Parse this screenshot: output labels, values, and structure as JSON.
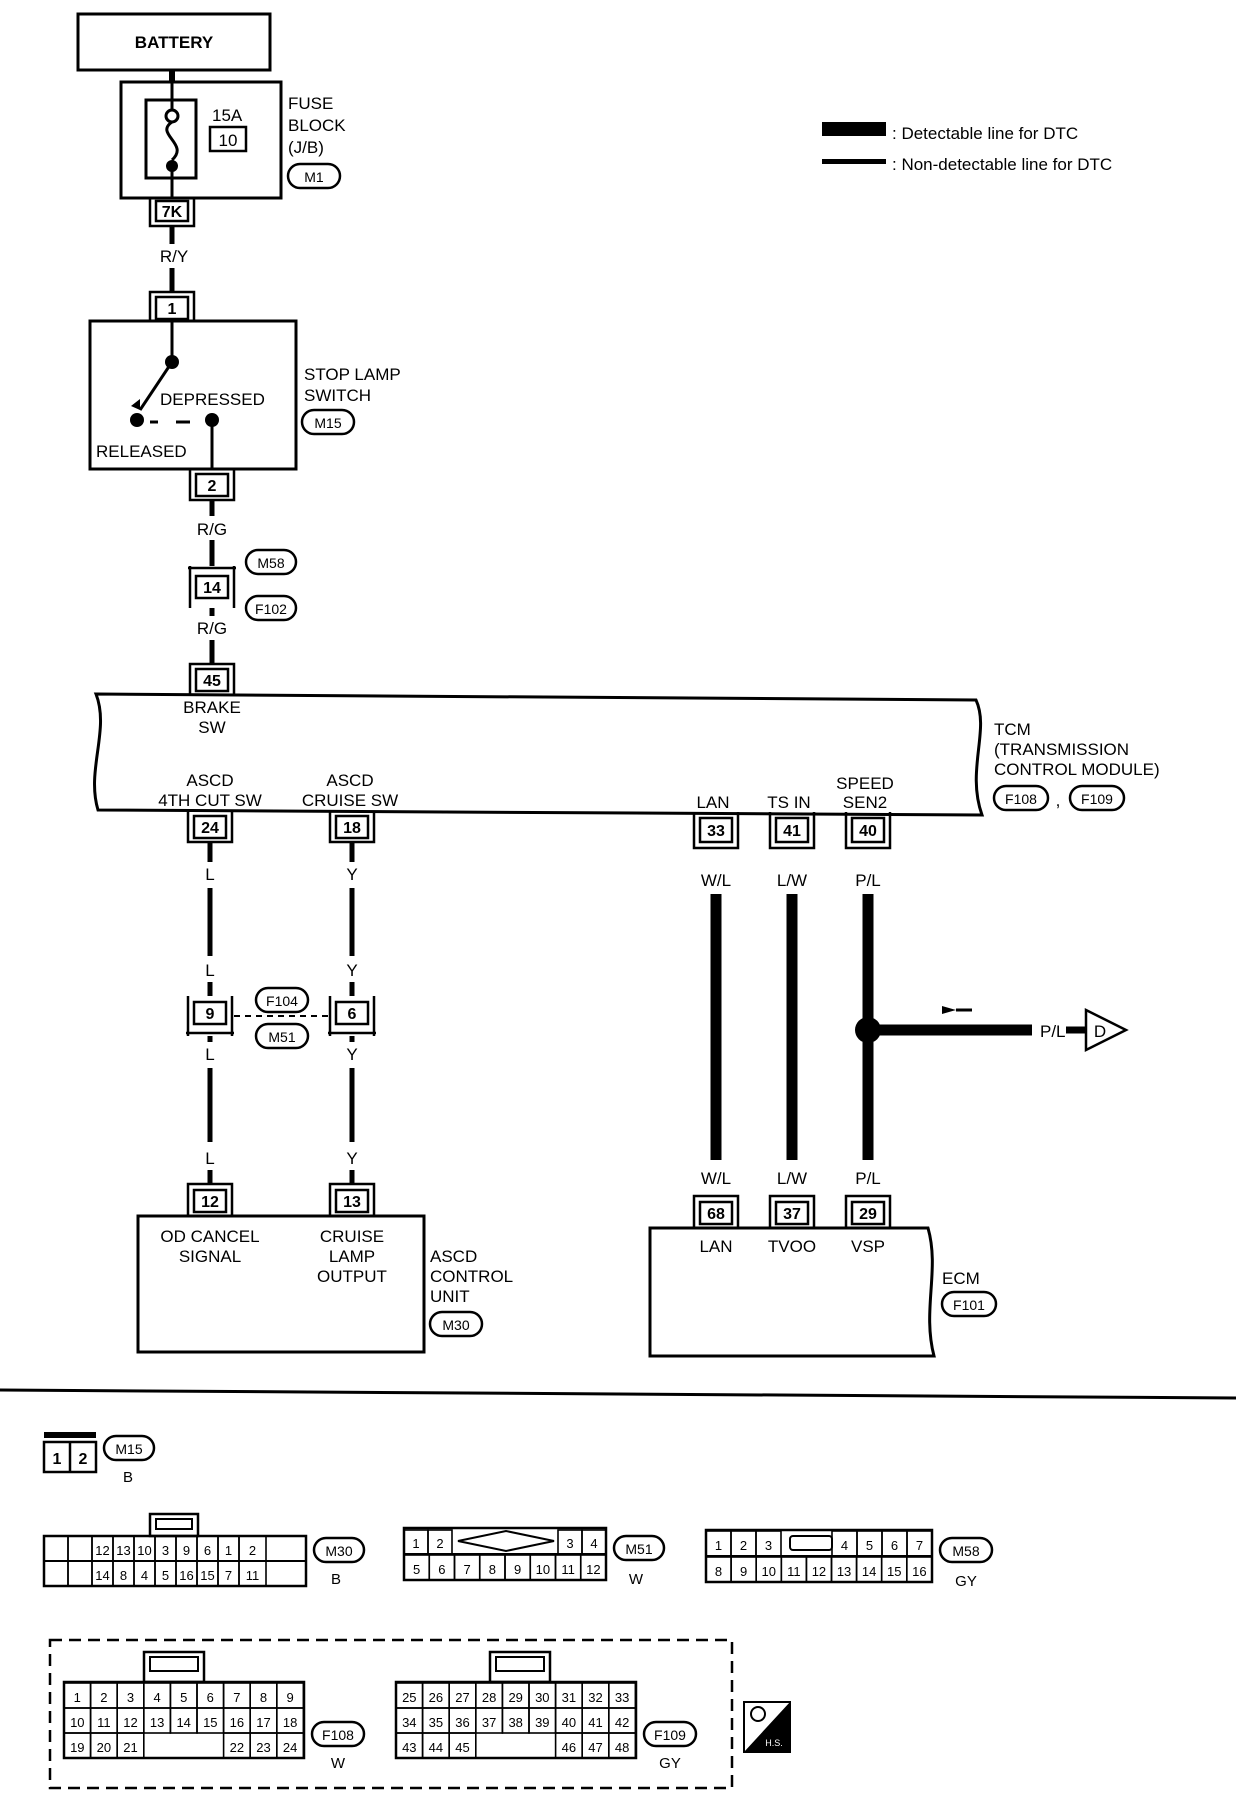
{
  "legend": {
    "detectable": ": Detectable line for DTC",
    "non_detectable": ": Non-detectable line for DTC"
  },
  "battery": {
    "label": "BATTERY"
  },
  "fuse": {
    "amp": "15A",
    "num": "10",
    "title1": "FUSE",
    "title2": "BLOCK",
    "title3": "(J/B)",
    "connector": "M1",
    "terminal": "7K"
  },
  "wires": {
    "r_y": "R/Y",
    "r_g": "R/G",
    "l": "L",
    "y": "Y",
    "w_l": "W/L",
    "l_w": "L/W",
    "p_l": "P/L"
  },
  "stop_lamp": {
    "pin_in": "1",
    "pin_out": "2",
    "depressed": "DEPRESSED",
    "released": "RELEASED",
    "title1": "STOP LAMP",
    "title2": "SWITCH",
    "connector": "M15"
  },
  "joint": {
    "pin": "14",
    "conn_top": "M58",
    "conn_bottom": "F102"
  },
  "tcm": {
    "title1": "TCM",
    "title2": "(TRANSMISSION",
    "title3": "CONTROL MODULE)",
    "conn1": "F108",
    "sep": ",",
    "conn2": "F109",
    "pin_brake": "45",
    "brake1": "BRAKE",
    "brake2": "SW",
    "ascd4_1": "ASCD",
    "ascd4_2": "4TH CUT SW",
    "ascdc_1": "ASCD",
    "ascdc_2": "CRUISE SW",
    "lan": "LAN",
    "tsin": "TS IN",
    "speed1": "SPEED",
    "speed2": "SEN2",
    "pin_24": "24",
    "pin_18": "18",
    "pin_33": "33",
    "pin_41": "41",
    "pin_40": "40"
  },
  "mid_joint": {
    "pin_left": "9",
    "pin_right": "6",
    "conn_top": "F104",
    "conn_bottom": "M51"
  },
  "branch": {
    "label": "P/L",
    "dest": "D"
  },
  "ascd": {
    "pin_12": "12",
    "pin_13": "13",
    "od1": "OD CANCEL",
    "od2": "SIGNAL",
    "cr1": "CRUISE",
    "cr2": "LAMP",
    "cr3": "OUTPUT",
    "title1": "ASCD",
    "title2": "CONTROL",
    "title3": "UNIT",
    "connector": "M30"
  },
  "ecm": {
    "pin_68": "68",
    "pin_37": "37",
    "pin_29": "29",
    "lan": "LAN",
    "tvoo": "TVOO",
    "vsp": "VSP",
    "title": "ECM",
    "connector": "F101"
  },
  "connectors": {
    "m15": {
      "id": "M15",
      "color": "B",
      "pins": [
        "1",
        "2"
      ]
    },
    "m30": {
      "id": "M30",
      "color": "B",
      "row1": [
        "",
        "",
        "12",
        "13",
        "10",
        "3",
        "9",
        "6",
        "1",
        "2"
      ],
      "row2": [
        "",
        "",
        "14",
        "8",
        "4",
        "5",
        "16",
        "15",
        "7",
        "11"
      ]
    },
    "m51": {
      "id": "M51",
      "color": "W",
      "row1": [
        "1",
        "2",
        "3",
        "4"
      ],
      "row2": [
        "5",
        "6",
        "7",
        "8",
        "9",
        "10",
        "11",
        "12"
      ]
    },
    "m58": {
      "id": "M58",
      "color": "GY",
      "row1": [
        "1",
        "2",
        "3",
        "4",
        "5",
        "6",
        "7"
      ],
      "row2": [
        "8",
        "9",
        "10",
        "11",
        "12",
        "13",
        "14",
        "15",
        "16"
      ]
    },
    "f108": {
      "id": "F108",
      "color": "W",
      "row1": [
        "1",
        "2",
        "3",
        "4",
        "5",
        "6",
        "7",
        "8",
        "9"
      ],
      "row2": [
        "10",
        "11",
        "12",
        "13",
        "14",
        "15",
        "16",
        "17",
        "18"
      ],
      "row3a": [
        "19",
        "20",
        "21"
      ],
      "row3b": [
        "22",
        "23",
        "24"
      ]
    },
    "f109": {
      "id": "F109",
      "color": "GY",
      "row1": [
        "25",
        "26",
        "27",
        "28",
        "29",
        "30",
        "31",
        "32",
        "33"
      ],
      "row2": [
        "34",
        "35",
        "36",
        "37",
        "38",
        "39",
        "40",
        "41",
        "42"
      ],
      "row3a": [
        "43",
        "44",
        "45"
      ],
      "row3b": [
        "46",
        "47",
        "48"
      ]
    },
    "hs_label": "H.S."
  }
}
